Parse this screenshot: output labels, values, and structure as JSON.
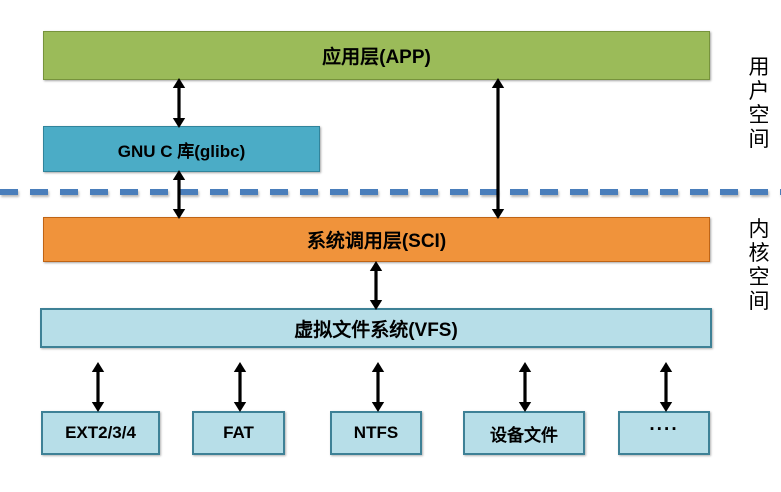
{
  "diagram": {
    "title_layers": {
      "app": "应用层(APP)",
      "glibc": "GNU C 库(glibc)",
      "sci": "系统调用层(SCI)",
      "vfs": "虚拟文件系统(VFS)"
    },
    "filesystems": [
      {
        "label": "EXT2/3/4"
      },
      {
        "label": "FAT"
      },
      {
        "label": "NTFS"
      },
      {
        "label": "设备文件"
      },
      {
        "label": "····"
      }
    ],
    "side_labels": {
      "user_space": [
        "用",
        "户",
        "空",
        "间"
      ],
      "kernel_space": [
        "内",
        "核",
        "空",
        "间"
      ]
    },
    "colors": {
      "app_fill": "#9BBB59",
      "app_border": "#77933C",
      "glibc_fill": "#4BACC6",
      "glibc_border": "#31849B",
      "sci_fill": "#F0933B",
      "sci_border": "#BF6415",
      "vfs_fill": "#B7DEE8",
      "vfs_border": "#3E8196",
      "fs_fill": "#B7DEE8",
      "fs_border": "#3E8196",
      "divider": "#4A7EBB",
      "arrow": "#000000",
      "background": "#FFFFFF"
    },
    "connectors": [
      {
        "name": "app-to-glibc",
        "kind": "double-arrow"
      },
      {
        "name": "app-to-sci",
        "kind": "double-arrow"
      },
      {
        "name": "glibc-to-sci",
        "kind": "double-arrow"
      },
      {
        "name": "sci-to-vfs",
        "kind": "double-arrow"
      },
      {
        "name": "vfs-to-ext",
        "kind": "double-arrow"
      },
      {
        "name": "vfs-to-fat",
        "kind": "double-arrow"
      },
      {
        "name": "vfs-to-ntfs",
        "kind": "double-arrow"
      },
      {
        "name": "vfs-to-device",
        "kind": "double-arrow"
      },
      {
        "name": "vfs-to-other",
        "kind": "double-arrow"
      }
    ]
  }
}
